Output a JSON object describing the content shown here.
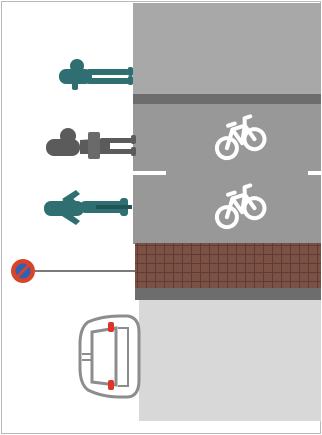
{
  "scene": {
    "lanes": [
      "footpath",
      "cycle-track-two-way",
      "tiled-buffer",
      "carriageway"
    ],
    "cycle_symbol_count": 2,
    "people": [
      {
        "name": "person-walking-upper",
        "color": "#2f6f71"
      },
      {
        "name": "person-walking-with-bag",
        "color": "#5b5b5b"
      },
      {
        "name": "person-cycling",
        "color": "#2f6f71"
      }
    ],
    "sign": {
      "name": "no-stopping-sign",
      "ring_color": "#d8442a",
      "field_color": "#2e62b8"
    },
    "vehicle": {
      "name": "car-top-view",
      "body_color": "#ffffff",
      "outline_color": "#8d8d8d",
      "light_color": "#e0342b"
    }
  },
  "colors": {
    "footpath": "#a8a8a8",
    "curb": "#6d6d6d",
    "cycle_track": "#989898",
    "lane_marking": "#ffffff",
    "tiles": "#7b5146",
    "tile_grout": "#5e3c34",
    "carriageway": "#d8d8d8",
    "background": "#ffffff"
  }
}
